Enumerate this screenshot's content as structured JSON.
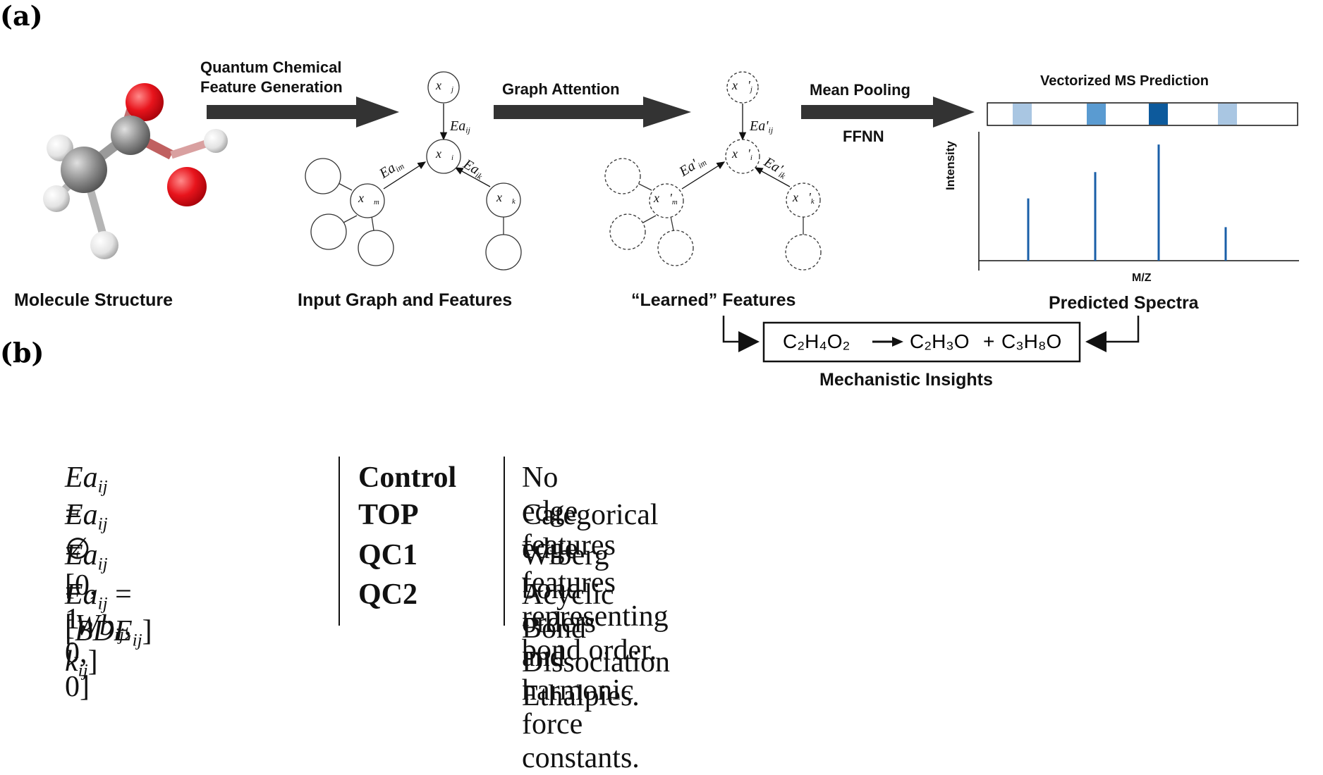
{
  "panel_a": {
    "label": "(a)",
    "molecule_label": "Molecule Structure",
    "step1": {
      "line1": "Quantum Chemical",
      "line2": "Feature Generation"
    },
    "input_graph_label": "Input Graph and Features",
    "step2": "Graph Attention",
    "learned_label": "“Learned” Features",
    "step3": "Mean Pooling",
    "step3_sub": "FFNN",
    "vector_title": "Vectorized MS Prediction",
    "ylabel": "Intensity",
    "xlabel": "M/Z",
    "spectra_label": "Predicted Spectra",
    "reaction": {
      "reactant": "C₂H₄O₂",
      "product1": "C₂H₃O",
      "plus": "+",
      "product2": "C₃H₈O"
    },
    "insights_label": "Mechanistic Insights",
    "graph_nodes": {
      "i": "x⃗ i",
      "j": "x⃗ j",
      "m": "x⃗ m",
      "k": "x⃗ k"
    },
    "edge_labels": {
      "ij": "Ea ij",
      "im": "Ea im",
      "ik": "Ea ik",
      "ij_l": "Ea' ij",
      "im_l": "Ea' im",
      "ik_l": "Ea' ik"
    },
    "colors": {
      "arrow": "#333333",
      "oxygen": "#e8141c",
      "carbon": "#8a8a8a",
      "hydrogen": "#e8e8e8",
      "peak": "#1a5fa8",
      "bin_light": "#a9c6e2",
      "bin_mid": "#5a9bd1",
      "bin_dark": "#0d5a9c"
    }
  },
  "chart_data": {
    "type": "bar",
    "title": "Vectorized MS Prediction",
    "xlabel": "M/Z",
    "ylabel": "Intensity",
    "values": [
      0.52,
      0.74,
      0.97,
      0.28
    ]
  },
  "panel_b": {
    "label": "(b)",
    "rows": [
      {
        "math": "Ea_ij = ∅",
        "name": "Control",
        "desc": "No edge features"
      },
      {
        "math": "Ea_ij = [0, 1, 0, 0]",
        "name": "TOP",
        "desc": "Categorical edge features representing bond order."
      },
      {
        "math": "Ea_ij = [Wb_ij, k_ij]",
        "name": "QC1",
        "desc": "Wiberg bond orders and harmonic force constants."
      },
      {
        "math": "Ea_ij = [BDE_ij]",
        "name": "QC2",
        "desc": "Acyclic Bond Dissociation Ethalpies."
      }
    ]
  }
}
